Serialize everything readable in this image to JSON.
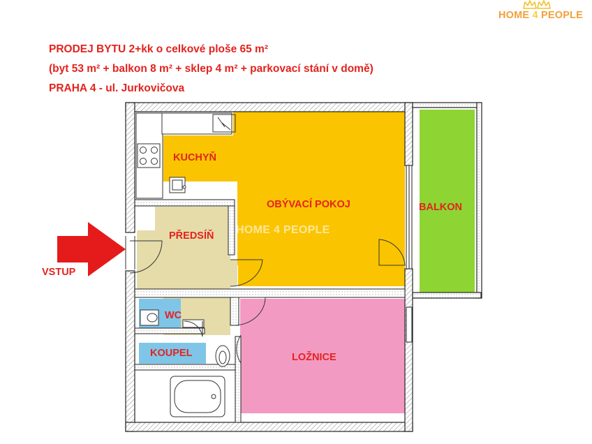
{
  "brand": {
    "prefix": "HOME ",
    "number": "4",
    "suffix": " PEOPLE",
    "watermark": "HOME 4 PEOPLE",
    "icon": "crown-icon",
    "colors": {
      "orange": "#f2a03a",
      "yellow": "#f7cf3d"
    }
  },
  "headline": {
    "line1": "PRODEJ BYTU 2+kk o  celkové ploše 65 m²",
    "line2": "(byt 53 m²  +  balkon 8 m²  +  sklep 4 m²  +  parkovací stání v domě)",
    "line3": "PRAHA 4 - ul. Jurkovičova",
    "color": "#e3231e"
  },
  "rooms": {
    "kitchen": "KUCHYŇ",
    "living": "OBÝVACÍ POKOJ",
    "balcony": "BALKON",
    "hallway": "PŘEDSÍŇ",
    "wc": "WC",
    "bathroom": "KOUPEL",
    "bedroom": "LOŽNICE"
  },
  "room_colors": {
    "kitchen": "#fbc400",
    "living": "#fbc400",
    "balcony": "#8ed433",
    "hallway": "#e6dcaa",
    "wc": "#7ec5e8",
    "bathroom": "#7ec5e8",
    "bedroom": "#f39ac2"
  },
  "entry": {
    "label": "VSTUP",
    "arrow_icon": "arrow-right-icon",
    "arrow_color": "#e51b1b"
  }
}
